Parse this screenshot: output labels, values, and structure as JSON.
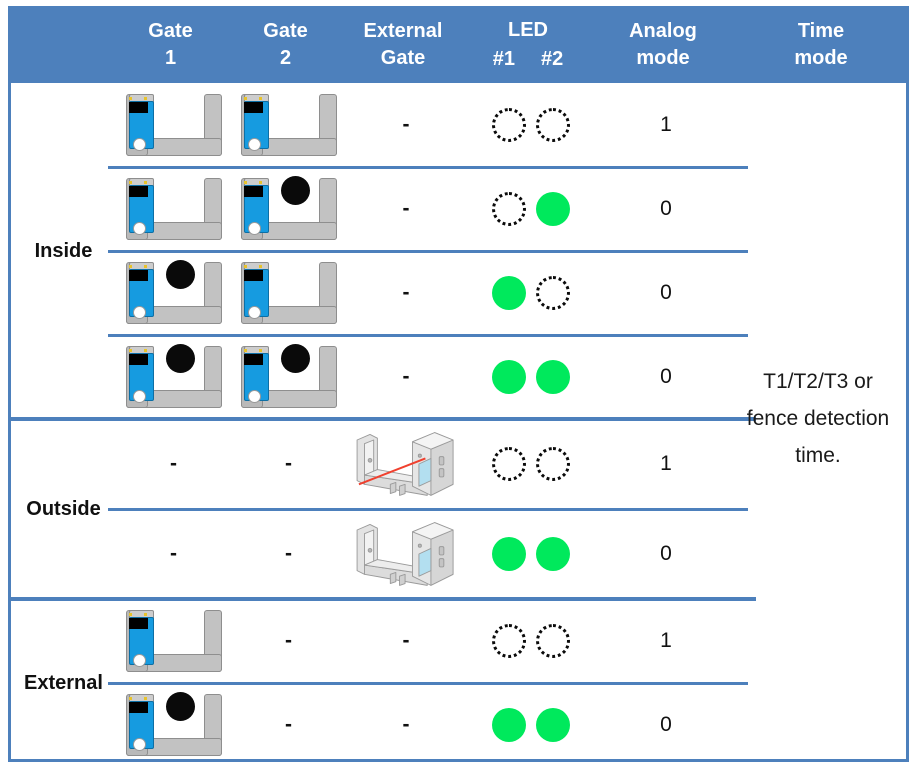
{
  "table": {
    "header": {
      "group_col": "",
      "columns": [
        {
          "name": "gate1",
          "line1": "Gate",
          "line2": "1"
        },
        {
          "name": "gate2",
          "line1": "Gate",
          "line2": "2"
        },
        {
          "name": "external_gate",
          "line1": "External",
          "line2": "Gate"
        },
        {
          "name": "led",
          "line1": "LED",
          "sub1": "#1",
          "sub2": "#2"
        },
        {
          "name": "analog_mode",
          "line1": "Analog",
          "line2": "mode"
        },
        {
          "name": "time_mode",
          "line1": "Time",
          "line2": "mode"
        }
      ]
    },
    "header_bg": "#4D80BC",
    "border_color": "#4D80BC",
    "led_on_color": "#00E95C",
    "led_off_color": "#0B0B0B",
    "sensor_body_color": "#169BE0",
    "frame_color": "#C2C2C2",
    "groups": [
      {
        "label": "Inside",
        "rows": [
          {
            "gate1": "sensor",
            "gate1_ball": false,
            "gate2": "sensor",
            "gate2_ball": false,
            "external": "-",
            "led1": "off",
            "led2": "off",
            "analog": "1"
          },
          {
            "gate1": "sensor",
            "gate1_ball": false,
            "gate2": "sensor",
            "gate2_ball": true,
            "external": "-",
            "led1": "off",
            "led2": "on",
            "analog": "0"
          },
          {
            "gate1": "sensor",
            "gate1_ball": true,
            "gate2": "sensor",
            "gate2_ball": false,
            "external": "-",
            "led1": "on",
            "led2": "off",
            "analog": "0"
          },
          {
            "gate1": "sensor",
            "gate1_ball": true,
            "gate2": "sensor",
            "gate2_ball": true,
            "external": "-",
            "led1": "on",
            "led2": "on",
            "analog": "0"
          }
        ]
      },
      {
        "label": "Outside",
        "rows": [
          {
            "gate1": "-",
            "gate2": "-",
            "external": "device-beam",
            "led1": "off",
            "led2": "off",
            "analog": "1"
          },
          {
            "gate1": "-",
            "gate2": "-",
            "external": "device",
            "led1": "on",
            "led2": "on",
            "analog": "0"
          }
        ]
      },
      {
        "label": "External",
        "rows": [
          {
            "gate1": "sensor",
            "gate1_ball": false,
            "gate2": "-",
            "external": "-",
            "led1": "off",
            "led2": "off",
            "analog": "1"
          },
          {
            "gate1": "sensor",
            "gate1_ball": true,
            "gate2": "-",
            "external": "-",
            "led1": "on",
            "led2": "on",
            "analog": "0"
          }
        ]
      }
    ],
    "time_mode_value": "T1/T2/T3 or fence detection time."
  }
}
